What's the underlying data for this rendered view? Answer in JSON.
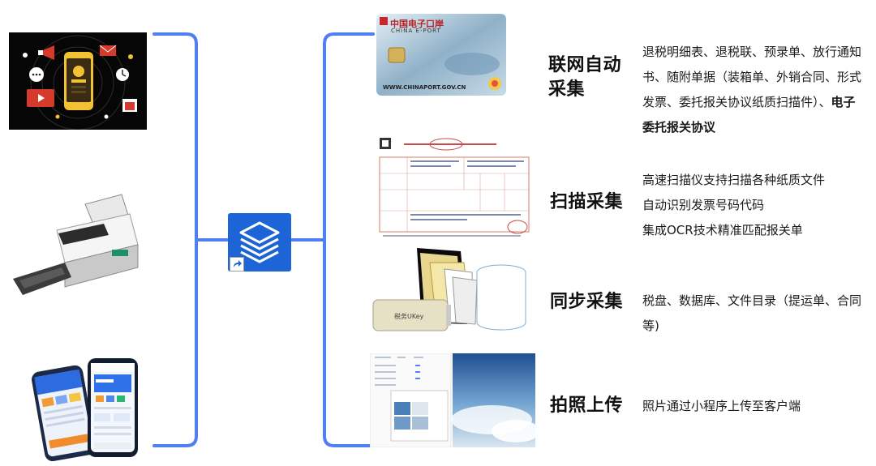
{
  "colors": {
    "connector": "#4f7ff0",
    "app_icon_bg": "#1d65d6",
    "text": "#1a1a1a"
  },
  "left_images": {
    "phone": {
      "icon": "smartphone-social-media-icon"
    },
    "scanner": {
      "icon": "document-scanner-icon"
    },
    "mobile": {
      "icon": "mobile-app-screens-icon"
    }
  },
  "center": {
    "app_icon": "layered-stack-app-icon",
    "shortcut": "shortcut-arrow-icon"
  },
  "eport_card": {
    "brand_cn": "中国电子口岸",
    "brand_en": "CHINA E-PORT",
    "url": "WWW.CHINAPORT.GOV.CN"
  },
  "sync_image": {
    "ukey_label": "税务UKey"
  },
  "rows": [
    {
      "title_line1": "联网自动",
      "title_line2": "采集",
      "desc_plain": "退税明细表、退税联、预录单、放行通知书、随附单据（装箱单、外销合同、形式发票、委托报关协议纸质扫描件）、",
      "desc_bold": "电子委托报关协议"
    },
    {
      "title": "扫描采集",
      "desc_lines": [
        "高速扫描仪支持扫描各种纸质文件",
        "自动识别发票号码代码",
        "集成OCR技术精准匹配报关单"
      ]
    },
    {
      "title": "同步采集",
      "desc": "税盘、数据库、文件目录（提运单、合同等)"
    },
    {
      "title": "拍照上传",
      "desc": "照片通过小程序上传至客户端"
    }
  ]
}
